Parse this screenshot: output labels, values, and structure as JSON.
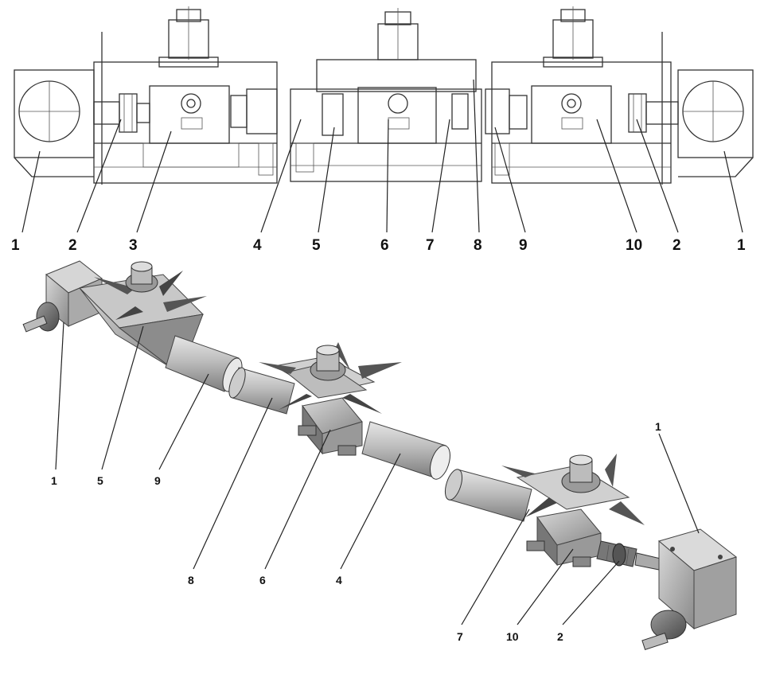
{
  "top_view": {
    "labels": [
      "1",
      "2",
      "3",
      "4",
      "5",
      "6",
      "7",
      "8",
      "9",
      "10",
      "2",
      "1"
    ]
  },
  "iso_view": {
    "labels": [
      "1",
      "5",
      "9",
      "8",
      "6",
      "4",
      "7",
      "10",
      "2",
      "1"
    ]
  }
}
